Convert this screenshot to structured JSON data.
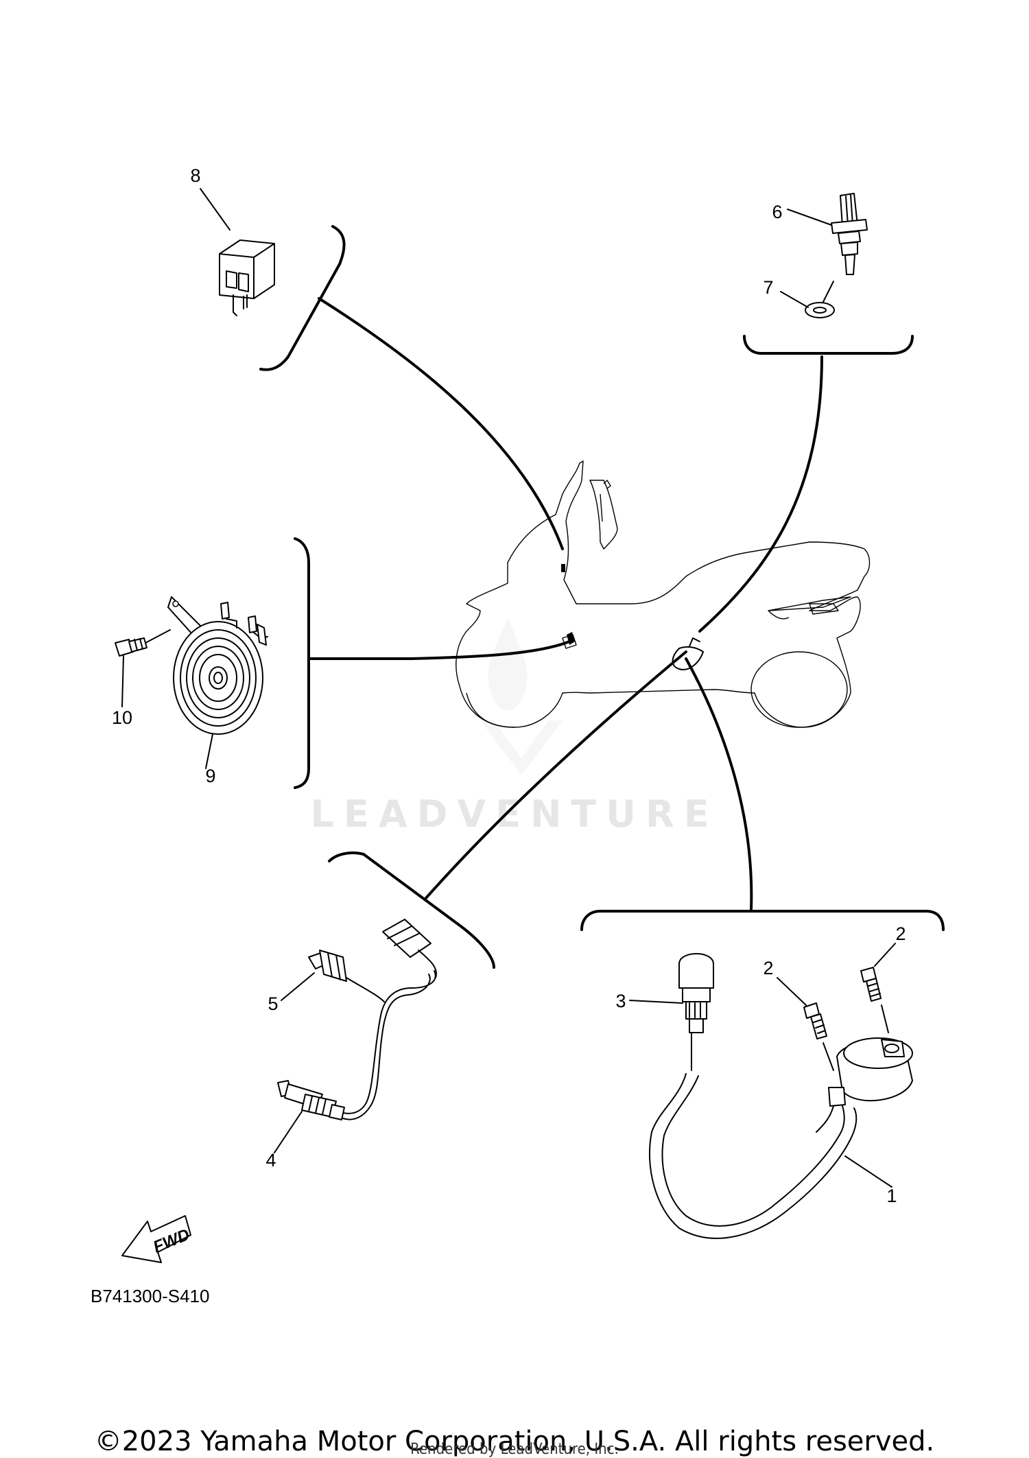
{
  "watermark": "LEADVENTURE",
  "diagram_code": "B741300-S410",
  "fwd_label": "FWD",
  "copyright": "©2023 Yamaha Motor Corporation, U.S.A. All rights reserved.",
  "rendered_by": "Rendered by LeadVenture, Inc.",
  "callouts": {
    "c1": "1",
    "c2a": "2",
    "c2b": "2",
    "c3": "3",
    "c4": "4",
    "c5": "5",
    "c6": "6",
    "c7": "7",
    "c8": "8",
    "c9": "9",
    "c10": "10"
  },
  "parts": [
    {
      "ref": "1",
      "name": "ignition-coil"
    },
    {
      "ref": "2",
      "name": "bolt"
    },
    {
      "ref": "3",
      "name": "spark-plug-cap"
    },
    {
      "ref": "4",
      "name": "switch"
    },
    {
      "ref": "5",
      "name": "switch"
    },
    {
      "ref": "6",
      "name": "sensor"
    },
    {
      "ref": "7",
      "name": "gasket"
    },
    {
      "ref": "8",
      "name": "relay"
    },
    {
      "ref": "9",
      "name": "horn"
    },
    {
      "ref": "10",
      "name": "bolt"
    }
  ]
}
